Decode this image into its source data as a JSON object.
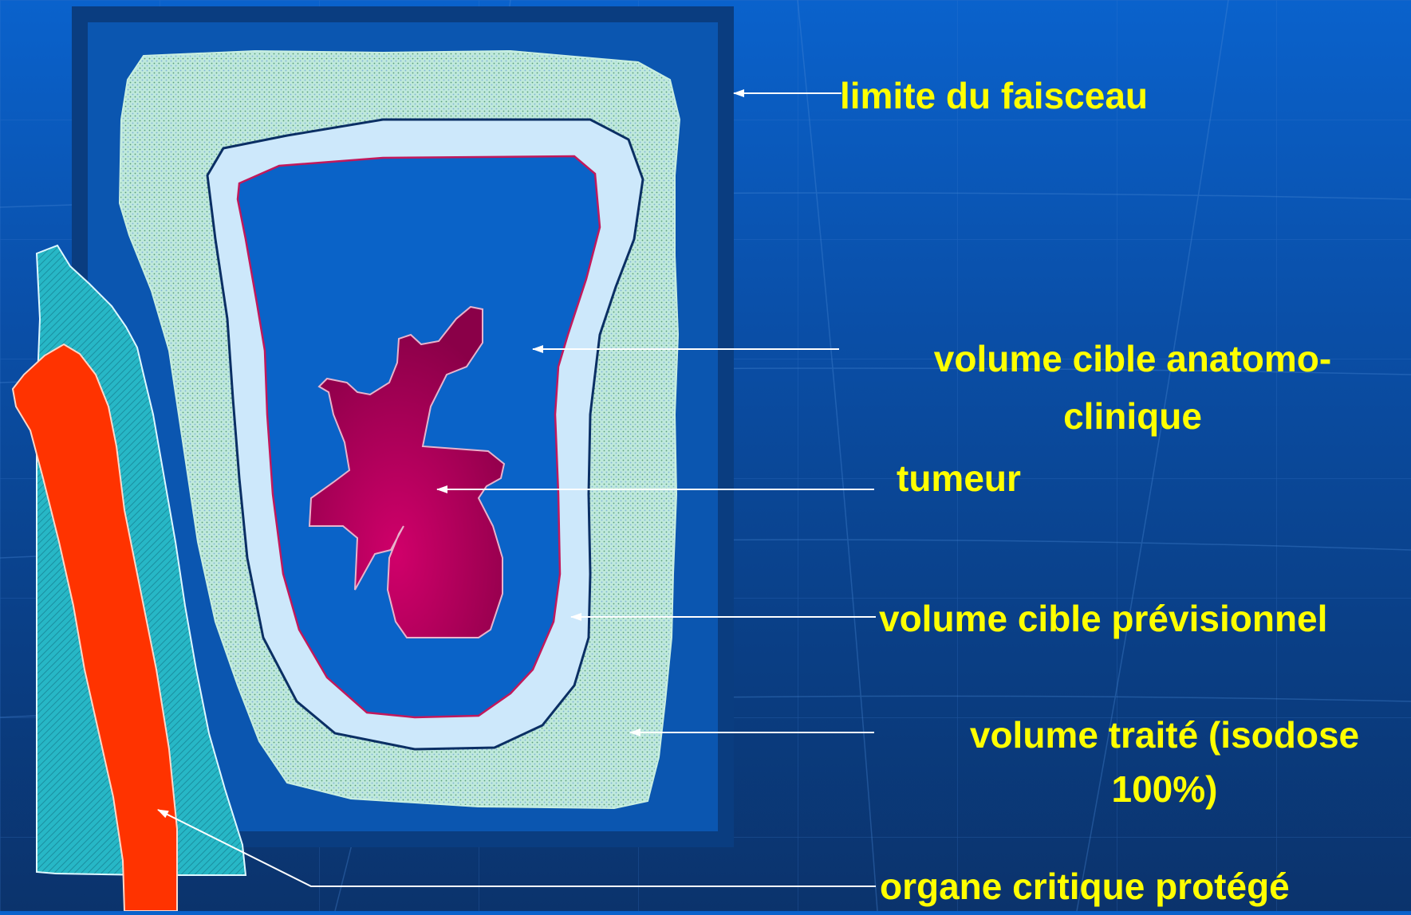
{
  "labels": {
    "beam_limit": "limite du faisceau",
    "ctv_line1": "volume cible anatomo-",
    "ctv_line2": "clinique",
    "tumor": "tumeur",
    "ptv": "volume cible prévisionnel",
    "treated_line1": "volume traité (isodose",
    "treated_line2": "100%)",
    "organ": "organe critique protégé"
  },
  "colors": {
    "label_text": "#ffff00",
    "background_top": "#0a62cc",
    "background_bottom": "#0b336c",
    "beam_field": "#0b3f86",
    "treated_volume": "#b8e6d8",
    "planned_target": "#cde8fb",
    "anatomo_clinical_target": "#0a63c8",
    "tumor": "#c0005c",
    "organ_margin": "#22b0c2",
    "critical_organ": "#ff3300",
    "arrow": "#ffffff"
  }
}
